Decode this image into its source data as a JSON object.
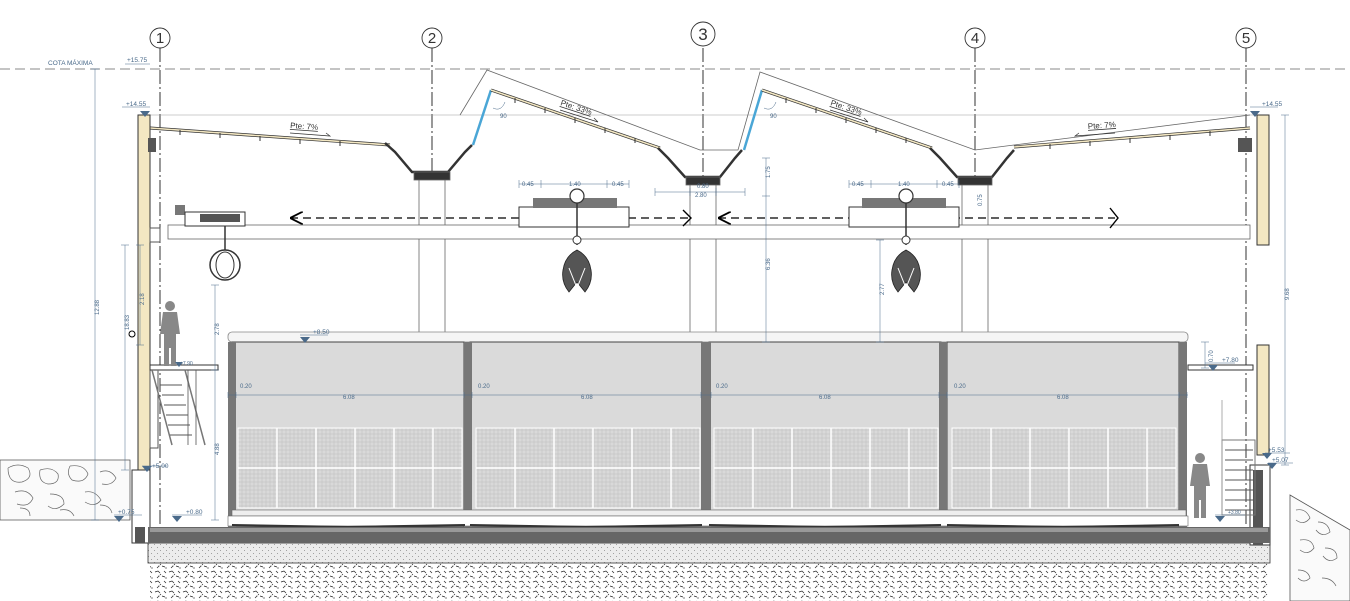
{
  "grid": {
    "labels": [
      "1",
      "2",
      "3",
      "4",
      "5"
    ]
  },
  "levels": {
    "max_label": "COTA MÁXIMA",
    "max_value": "+15.75",
    "roof_left": "+14.55",
    "roof_right": "+14.55",
    "walkway": "+8.50",
    "right_platform": "+7.80",
    "left_platform": "+7.90",
    "left_door": "+5.00",
    "left_ground": "+0.75",
    "floor_left": "+0.80",
    "right_door": "+5.53",
    "right_ground": "+5.07",
    "floor_right": "+3.80"
  },
  "slopes": {
    "left_roof": "Pte: 7%",
    "north_light_1": "Pte: 33%",
    "north_light_2": "Pte: 33%",
    "right_roof": "Pte: 7%",
    "angle_1": "90",
    "angle_2": "90"
  },
  "dimensions": {
    "trolley_a": "0.45",
    "trolley_b": "1.40",
    "trolley_c": "0.45",
    "trolley2_a": "0.45",
    "trolley2_b": "1.40",
    "trolley2_c": "0.45",
    "gutter_w": "0.80",
    "gutter_w2": "2.80",
    "crane_to_gutter": "1.75",
    "crane_to_walkway": "6.36",
    "hook_drop": "2.77",
    "bay_gap": "0.20",
    "bay_width": "6.08",
    "left_total_height": "12.88",
    "left_height_mid": "18.83",
    "left_height_a": "2.18",
    "left_height_b": "2.78",
    "left_height_c": "4.88",
    "right_height": "9.68",
    "right_height_b": "0.70",
    "top_gutter_dim": "0.75"
  }
}
